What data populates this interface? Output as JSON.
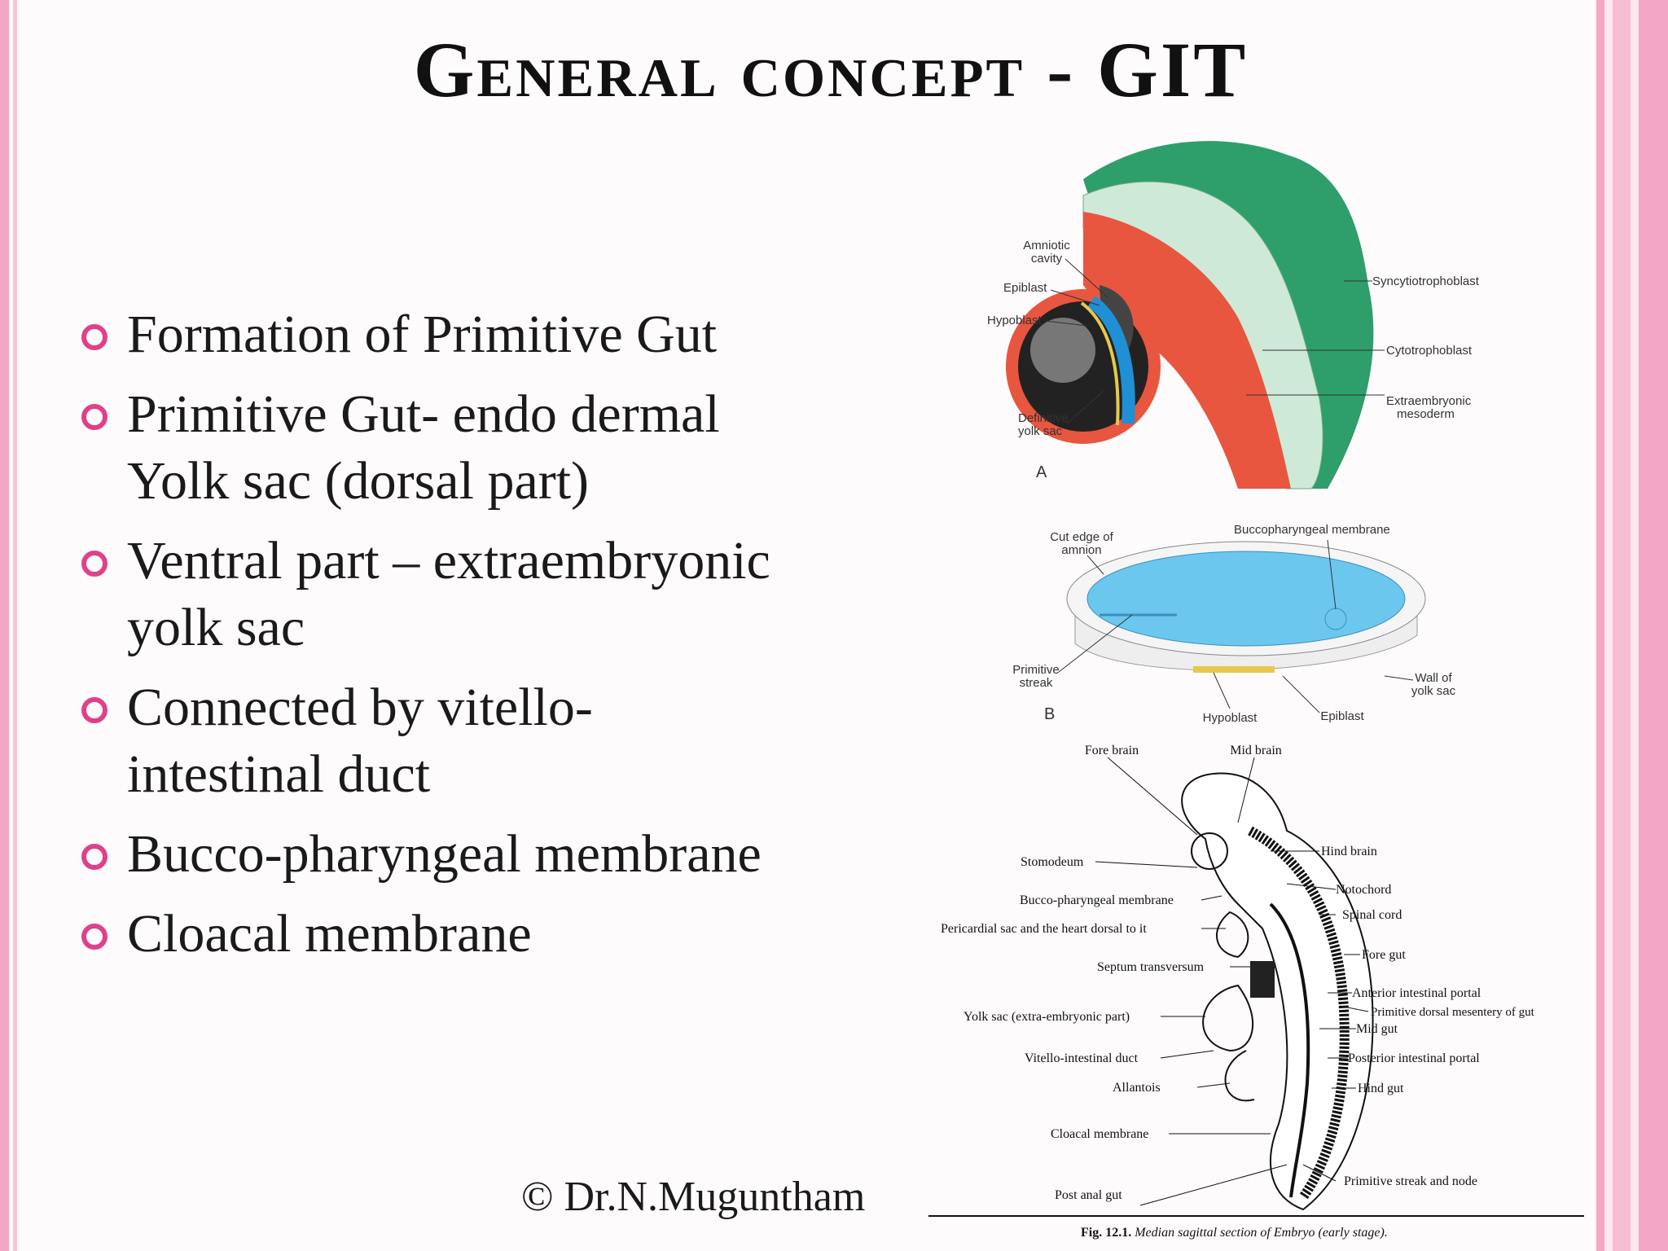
{
  "slide": {
    "title": "General concept - GIT",
    "bullets": [
      "Formation  of  Primitive Gut",
      "Primitive  Gut-  endo dermal Yolk sac (dorsal part)",
      "Ventral part – extraembryonic yolk sac",
      "Connected by vitello- intestinal duct",
      "Bucco-pharyngeal membrane",
      "Cloacal membrane"
    ],
    "copyright": "© Dr.N.Muguntham"
  },
  "figure_a": {
    "panel_label": "A",
    "labels": {
      "amniotic_cavity_1": "Amniotic",
      "amniotic_cavity_2": "cavity",
      "epiblast": "Epiblast",
      "hypoblast": "Hypoblast",
      "definitive_yolk_1": "Definitive",
      "definitive_yolk_2": "yolk sac",
      "syncytio": "Syncytiotrophoblast",
      "cyto": "Cytotrophoblast",
      "extra_meso_1": "Extraembryonic",
      "extra_meso_2": "mesoderm"
    },
    "colors": {
      "trophoblast": "#2e9e6a",
      "mesoderm": "#e8563f",
      "epiblast": "#1f8fd6",
      "yolk": "#222222"
    }
  },
  "figure_b": {
    "panel_label": "B",
    "labels": {
      "cut_edge_1": "Cut edge of",
      "cut_edge_2": "amnion",
      "bucco": "Buccopharyngeal membrane",
      "primitive_streak_1": "Primitive",
      "primitive_streak_2": "streak",
      "wall_1": "Wall of",
      "wall_2": "yolk sac",
      "hypoblast": "Hypoblast",
      "epiblast": "Epiblast"
    },
    "colors": {
      "disc": "#6cc7ee"
    }
  },
  "figure_c": {
    "labels": {
      "fore_brain": "Fore brain",
      "mid_brain": "Mid brain",
      "hind_brain": "Hind brain",
      "stomodeum": "Stomodeum",
      "notochord": "Notochord",
      "bucco_pharyngeal": "Bucco-pharyngeal membrane",
      "spinal_cord": "Spinal cord",
      "pericardial": "Pericardial sac and the heart dorsal to it",
      "fore_gut": "Fore gut",
      "septum": "Septum transversum",
      "anterior_portal": "Anterior intestinal portal",
      "primitive_mesentery": "Primitive dorsal mesentery of gut",
      "yolk_sac": "Yolk sac (extra-embryonic part)",
      "mid_gut": "Mid gut",
      "vitello": "Vitello-intestinal duct",
      "posterior_portal": "Posterior intestinal portal",
      "allantois": "Allantois",
      "hind_gut": "Hind gut",
      "cloacal": "Cloacal membrane",
      "primitive_streak": "Primitive streak and node",
      "post_anal": "Post anal gut"
    },
    "caption_bold": "Fig. 12.1.",
    "caption_italic": "Median sagittal section of Embryo (early stage)."
  }
}
